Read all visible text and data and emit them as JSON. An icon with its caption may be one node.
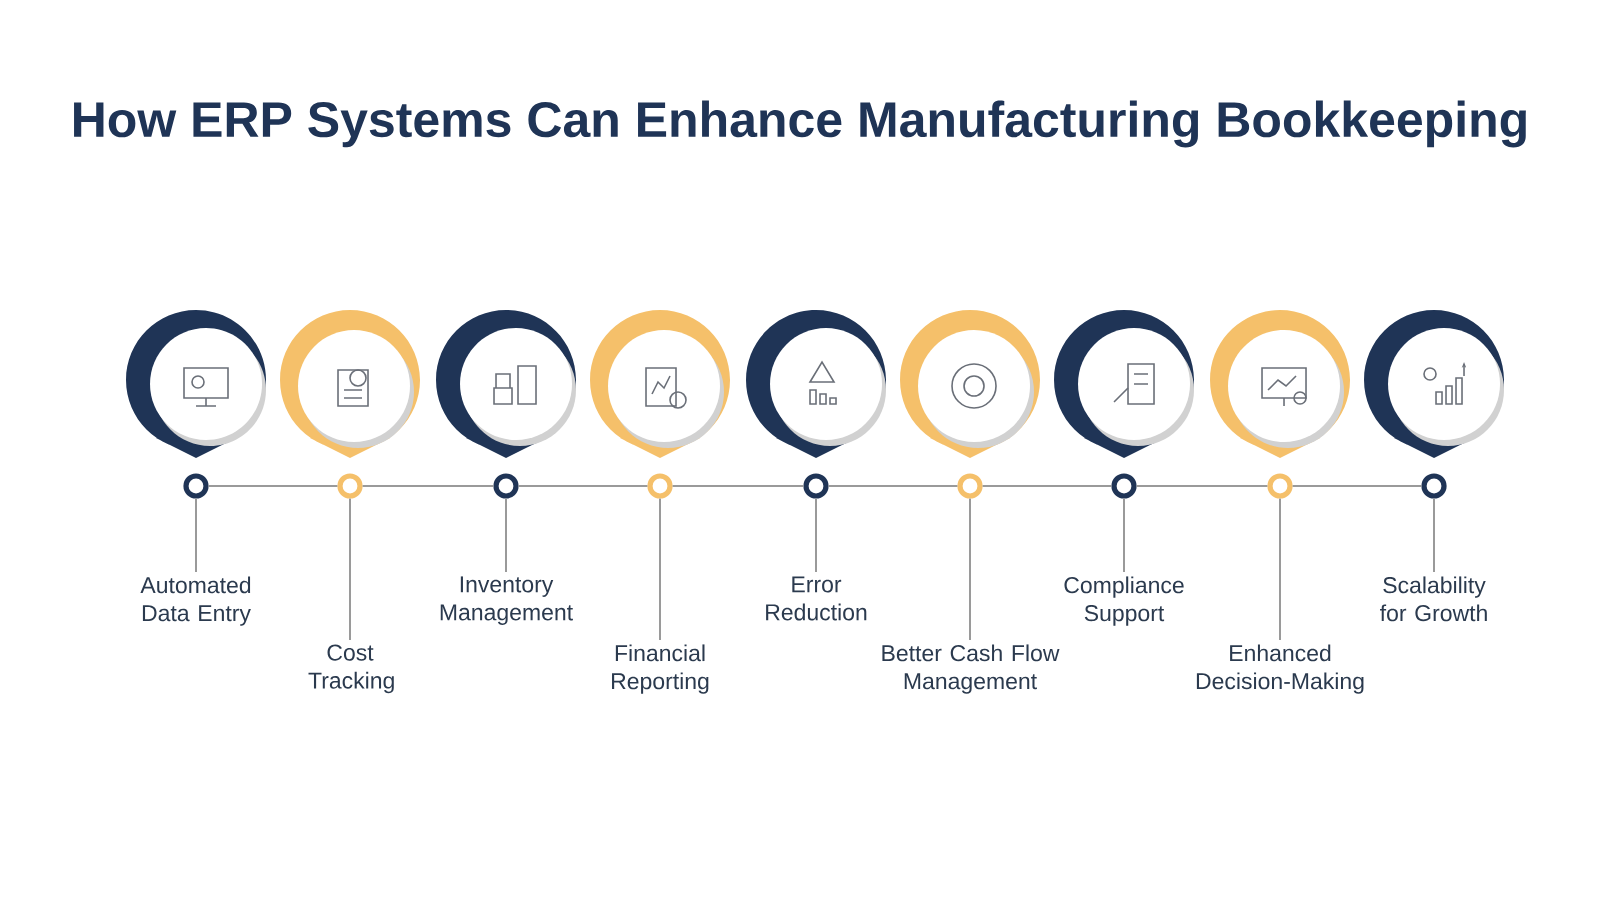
{
  "diagram": {
    "title": "How ERP Systems Can Enhance Manufacturing Bookkeeping",
    "nodes": [
      {
        "text": [
          "Automated Data Entry"
        ]
      },
      {
        "text": [
          "Cost Tracking"
        ]
      },
      {
        "text": [
          "Inventory Management"
        ]
      },
      {
        "text": [
          "Financial Reporting"
        ]
      },
      {
        "text": [
          "Error Reduction"
        ]
      },
      {
        "text": [
          "Better Cash Flow Management"
        ]
      },
      {
        "text": [
          "Compliance Support"
        ]
      },
      {
        "text": [
          "Enhanced Decision-Making"
        ]
      },
      {
        "text": [
          "Scalability for Growth"
        ]
      },
      {
        "text": [],
        "shape": "circle"
      },
      {
        "text": [],
        "shape": "circle"
      },
      {
        "text": [],
        "shape": "circle"
      },
      {
        "text": [],
        "shape": "circle"
      },
      {
        "text": [],
        "shape": "circle"
      },
      {
        "text": [],
        "shape": "circle"
      },
      {
        "text": [],
        "shape": "circle"
      },
      {
        "text": [],
        "shape": "circle"
      },
      {
        "text": [],
        "shape": "circle"
      }
    ],
    "edges": [
      {
        "from": 9,
        "to": 10,
        "arrow": "none"
      },
      {
        "from": 10,
        "to": 11,
        "arrow": "none"
      },
      {
        "from": 11,
        "to": 12,
        "arrow": "none"
      },
      {
        "from": 12,
        "to": 13,
        "arrow": "none"
      },
      {
        "from": 13,
        "to": 14,
        "arrow": "none"
      },
      {
        "from": 14,
        "to": 15,
        "arrow": "none"
      },
      {
        "from": 15,
        "to": 16,
        "arrow": "none"
      },
      {
        "from": 16,
        "to": 17,
        "arrow": "none"
      },
      {
        "from": 9,
        "to": 0,
        "arrow": "none"
      },
      {
        "from": 10,
        "to": 1,
        "arrow": "none"
      },
      {
        "from": 11,
        "to": 2,
        "arrow": "none"
      },
      {
        "from": 12,
        "to": 3,
        "arrow": "none"
      },
      {
        "from": 13,
        "to": 4,
        "arrow": "none"
      },
      {
        "from": 14,
        "to": 5,
        "arrow": "none"
      },
      {
        "from": 15,
        "to": 6,
        "arrow": "none"
      },
      {
        "from": 16,
        "to": 7,
        "arrow": "none"
      },
      {
        "from": 17,
        "to": 8,
        "arrow": "none"
      }
    ]
  }
}
